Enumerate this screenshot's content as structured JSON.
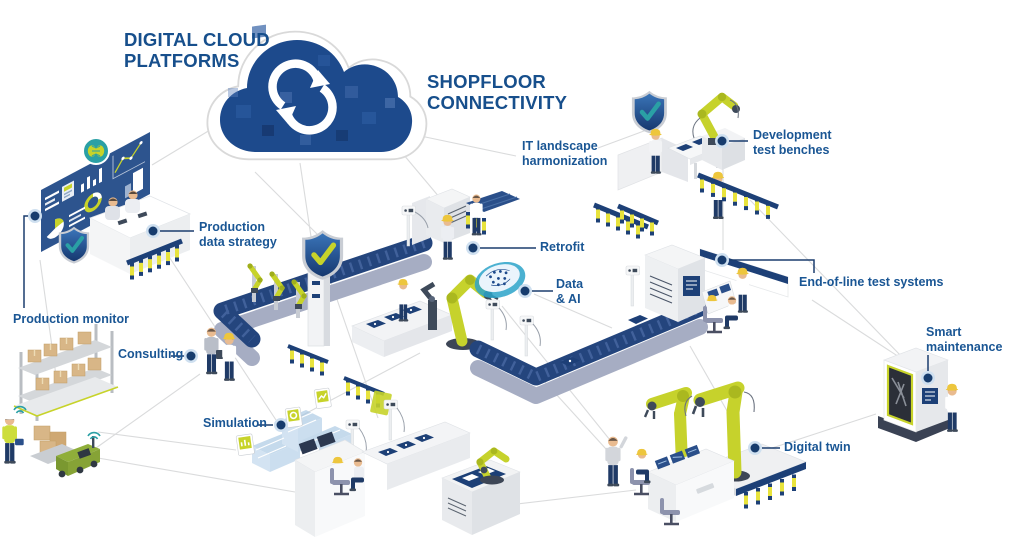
{
  "titles": {
    "digital_cloud": "DIGITAL CLOUD\nPLATFORMS",
    "shopfloor": "SHOPFLOOR\nCONNECTIVITY"
  },
  "labels": {
    "it_landscape": "IT landscape\nharmonization",
    "development": "Development\ntest benches",
    "production_data": "Production\ndata strategy",
    "retrofit": "Retrofit",
    "data_ai": "Data\n& AI",
    "end_of_line": "End-of-line test systems",
    "production_monitor": "Production monitor",
    "consulting": "Consulting",
    "simulation": "Simulation",
    "smart_maintenance": "Smart\nmaintenance",
    "digital_twin": "Digital twin"
  },
  "palette": {
    "title_blue": "#174f8c",
    "label_blue": "#1a5694",
    "cloud_navy": "#1d4a8c",
    "conveyor_navy": "#24457d",
    "machine_lime": "#c7d32a",
    "pin_yellow": "#e8e33c",
    "accent_teal": "#2aa0a5",
    "dot_navy": "#173c6d",
    "network_line_gray": "#dadbdc"
  },
  "icons": [
    "cloud-sync-icon",
    "shield-check-icon",
    "ai-brain-disc-icon",
    "brain-badge-icon",
    "wifi-icon",
    "robot-arm-icon",
    "label-dot-icon"
  ]
}
